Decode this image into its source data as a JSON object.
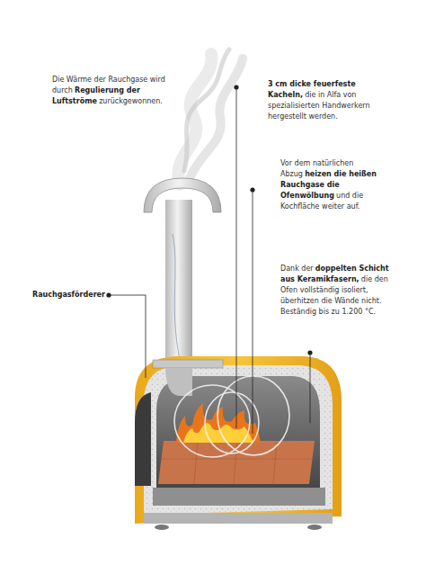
{
  "diagram": {
    "labels": [
      "Die Wärme der Rauchgase wird durch",
      "Regulierung der Luftströme",
      "zurückgewonnen.",
      "3 cm dicke feuerfeste Kacheln,",
      "die in Alfa von spezialisierten Handwerkern hergestellt werden.",
      "Vor dem natürlichen Abzug",
      "heizen die heißen Rauchgase die Ofenwölbung",
      "und die Kochfläche weiter auf.",
      "Dank der",
      "doppelten Schicht aus Keramikfasern,",
      "die den Ofen vollständig isoliert, überhitzen die Wände nicht. Beständig bis zu 1.200 °C.",
      "Rauchgasförderer"
    ]
  }
}
